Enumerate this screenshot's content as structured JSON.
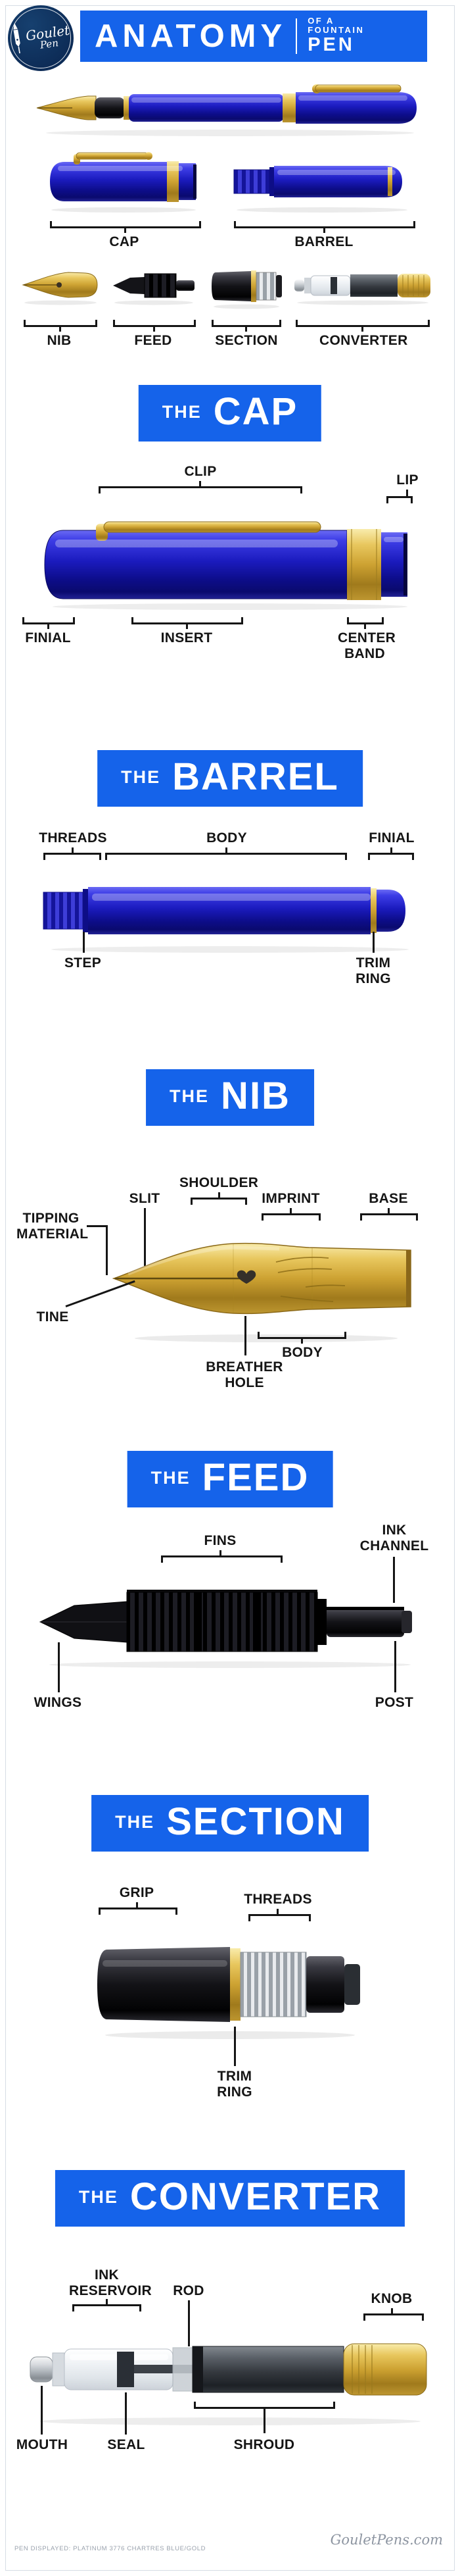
{
  "logo": {
    "name_line1": "Goulet",
    "name_line2": "Pen"
  },
  "title": {
    "main": "ANATOMY",
    "sub1": "OF A",
    "sub2": "FOUNTAIN",
    "sub3": "PEN"
  },
  "the": "THE",
  "overview": {
    "cap": "CAP",
    "barrel": "BARREL",
    "nib": "NIB",
    "feed": "FEED",
    "section": "SECTION",
    "converter": "CONVERTER"
  },
  "cap": {
    "title": "CAP",
    "clip": "CLIP",
    "lip": "LIP",
    "finial": "FINIAL",
    "insert": "INSERT",
    "center_band": "CENTER BAND"
  },
  "barrel": {
    "title": "BARREL",
    "threads": "THREADS",
    "body": "BODY",
    "finial": "FINIAL",
    "step": "STEP",
    "trim_ring": "TRIM RING"
  },
  "nib": {
    "title": "NIB",
    "shoulder": "SHOULDER",
    "slit": "SLIT",
    "imprint": "IMPRINT",
    "base": "BASE",
    "tipping_material": "TIPPING MATERIAL",
    "tine": "TINE",
    "body": "BODY",
    "breather_hole": "BREATHER HOLE"
  },
  "feed": {
    "title": "FEED",
    "fins": "FINS",
    "ink_channel": "INK CHANNEL",
    "wings": "WINGS",
    "post": "POST"
  },
  "pen_section": {
    "title": "SECTION",
    "grip": "GRIP",
    "threads": "THREADS",
    "trim_ring": "TRIM RING"
  },
  "converter": {
    "title": "CONVERTER",
    "ink_reservoir": "INK RESERVOIR",
    "rod": "ROD",
    "knob": "KNOB",
    "mouth": "MOUTH",
    "seal": "SEAL",
    "shroud": "SHROUD"
  },
  "footer": {
    "pen_displayed": "PEN DISPLAYED: PLATINUM 3776 CHARTRES BLUE/GOLD",
    "site": "GouletPens.com"
  },
  "colors": {
    "banner_blue": "#1563ea",
    "pen_blue": "#1b1bbe",
    "gold": "#cda232",
    "logo_navy": "#0d2c57"
  }
}
